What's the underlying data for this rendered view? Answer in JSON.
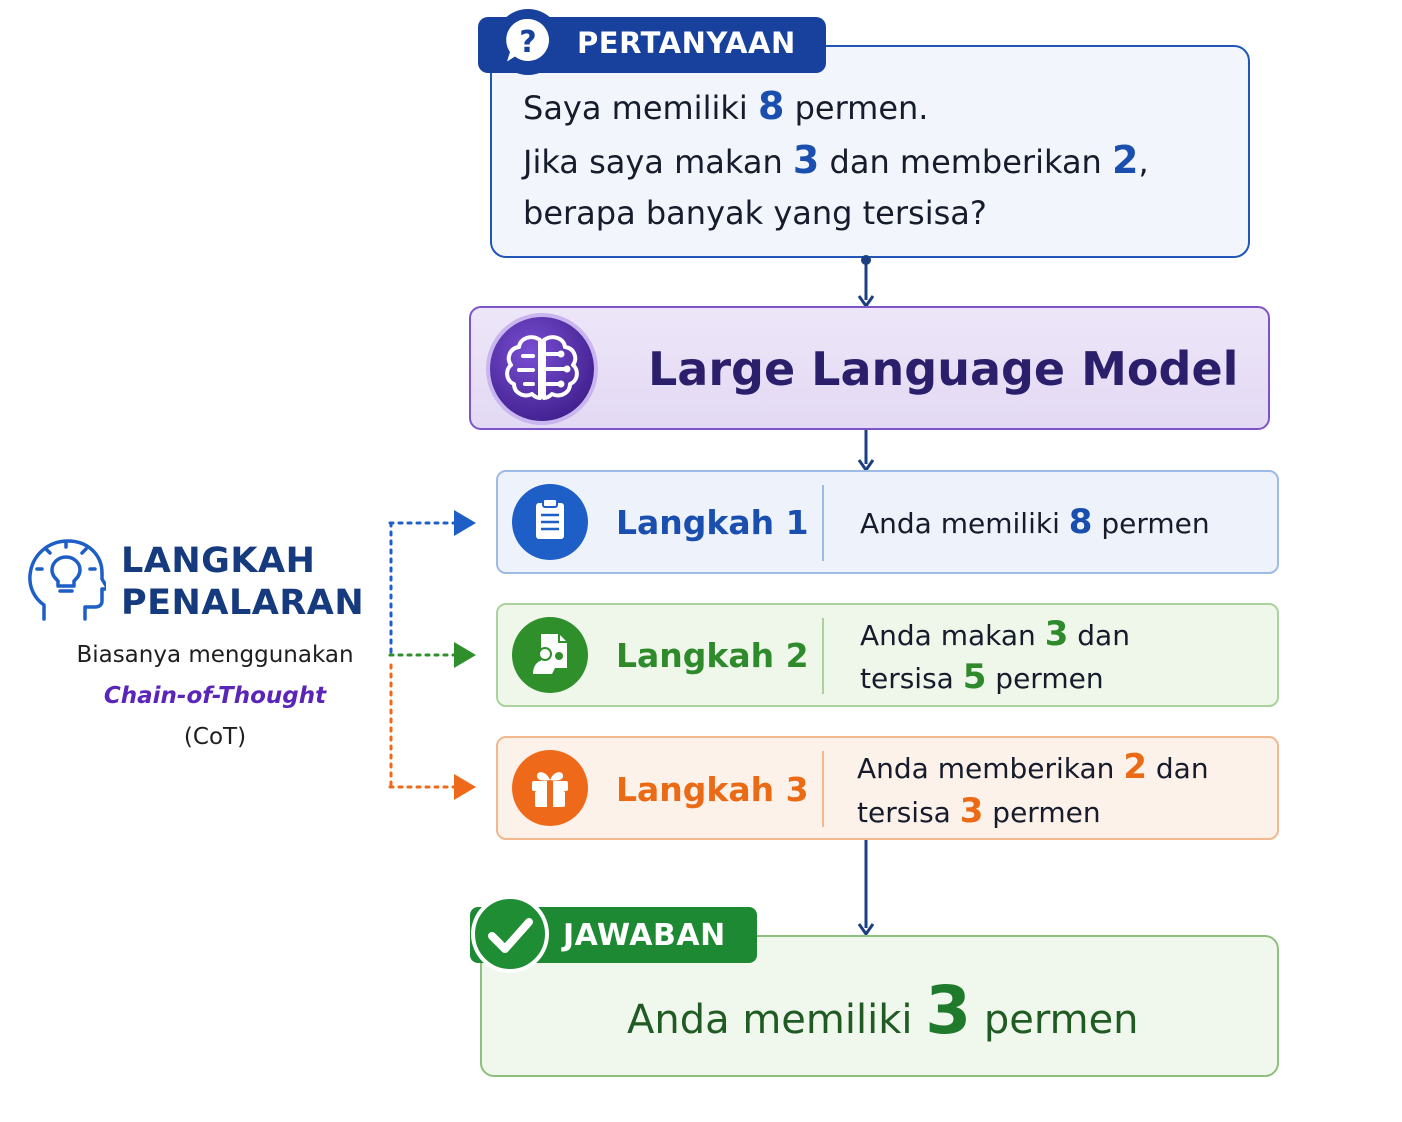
{
  "question": {
    "header": "PERTANYAAN",
    "line1": {
      "a": "Saya memiliki ",
      "n": "8",
      "b": " permen."
    },
    "line2": {
      "a": "Jika saya makan ",
      "n1": "3",
      "b": " dan memberikan ",
      "n2": "2",
      "c": ","
    },
    "line3": "berapa banyak yang tersisa?"
  },
  "model": {
    "title": "Large Language Model"
  },
  "reasoning": {
    "title_line1": "LANGKAH",
    "title_line2": "PENALARAN",
    "sub1": "Biasanya menggunakan",
    "sub2": "Chain-of-Thought",
    "sub3": "(CoT)"
  },
  "steps": [
    {
      "label": "Langkah 1",
      "a": "Anda memiliki ",
      "n": "8",
      "b": " permen",
      "color": "#1a4fb0",
      "icon": "clipboard-icon"
    },
    {
      "label": "Langkah 2",
      "a": "Anda makan ",
      "n": "3",
      "b": " dan",
      "c": "tersisa ",
      "n2": "5",
      "d": " permen",
      "color": "#2e8a2a",
      "icon": "eating-person-icon"
    },
    {
      "label": "Langkah 3",
      "a": "Anda memberikan ",
      "n": "2",
      "b": " dan",
      "c": "tersisa ",
      "n2": "3",
      "d": " permen",
      "color": "#ea6a16",
      "icon": "gift-icon"
    }
  ],
  "answer": {
    "header": "JAWABAN",
    "a": "Anda memiliki ",
    "n": "3",
    "b": " permen"
  }
}
